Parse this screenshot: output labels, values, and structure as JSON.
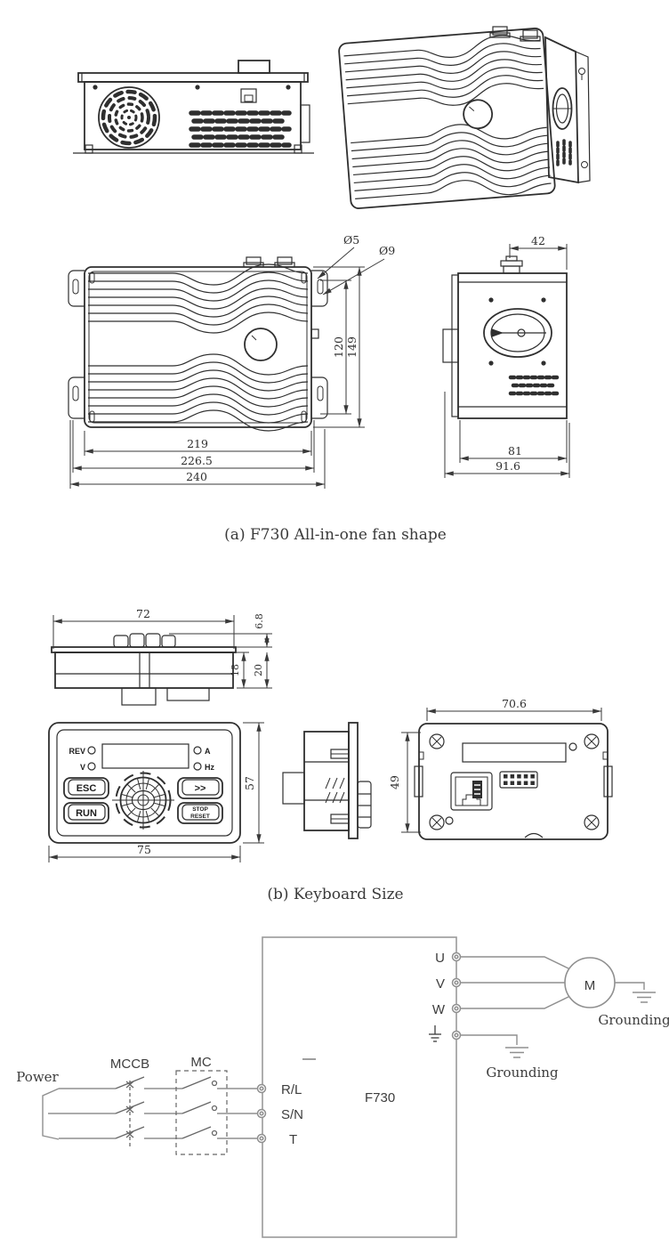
{
  "captions": {
    "a": "(a) F730 All-in-one fan shape",
    "b": "(b) Keyboard Size"
  },
  "fan_front": {
    "dia_small": "Ø5",
    "dia_big": "Ø9",
    "height_inner": "120",
    "height_outer": "149",
    "width_body": "219",
    "width_mid": "226.5",
    "width_full": "240"
  },
  "fan_side": {
    "top_width": "42",
    "bottom_inner": "81",
    "bottom_outer": "91.6"
  },
  "keypad_top": {
    "width": "72",
    "bump_height": "6.8",
    "depth_inner": "18",
    "depth_outer": "20"
  },
  "keypad_front": {
    "led_rev": "REV",
    "led_v": "V",
    "led_a": "A",
    "led_hz": "Hz",
    "btn_esc": "ESC",
    "btn_run": "RUN",
    "btn_fwd": ">>",
    "btn_stop_line1": "STOP",
    "btn_stop_line2": "RESET",
    "width": "75",
    "height": "57"
  },
  "keypad_rear": {
    "width": "70.6",
    "height": "49"
  },
  "wiring": {
    "power": "Power",
    "mccb": "MCCB",
    "mc": "MC",
    "in1": "R/L",
    "in2": "S/N",
    "in3": "T",
    "device": "F730",
    "dash": "—",
    "out1": "U",
    "out2": "V",
    "out3": "W",
    "motor": "M",
    "grounding_motor": "Grounding",
    "grounding_pe": "Grounding"
  }
}
